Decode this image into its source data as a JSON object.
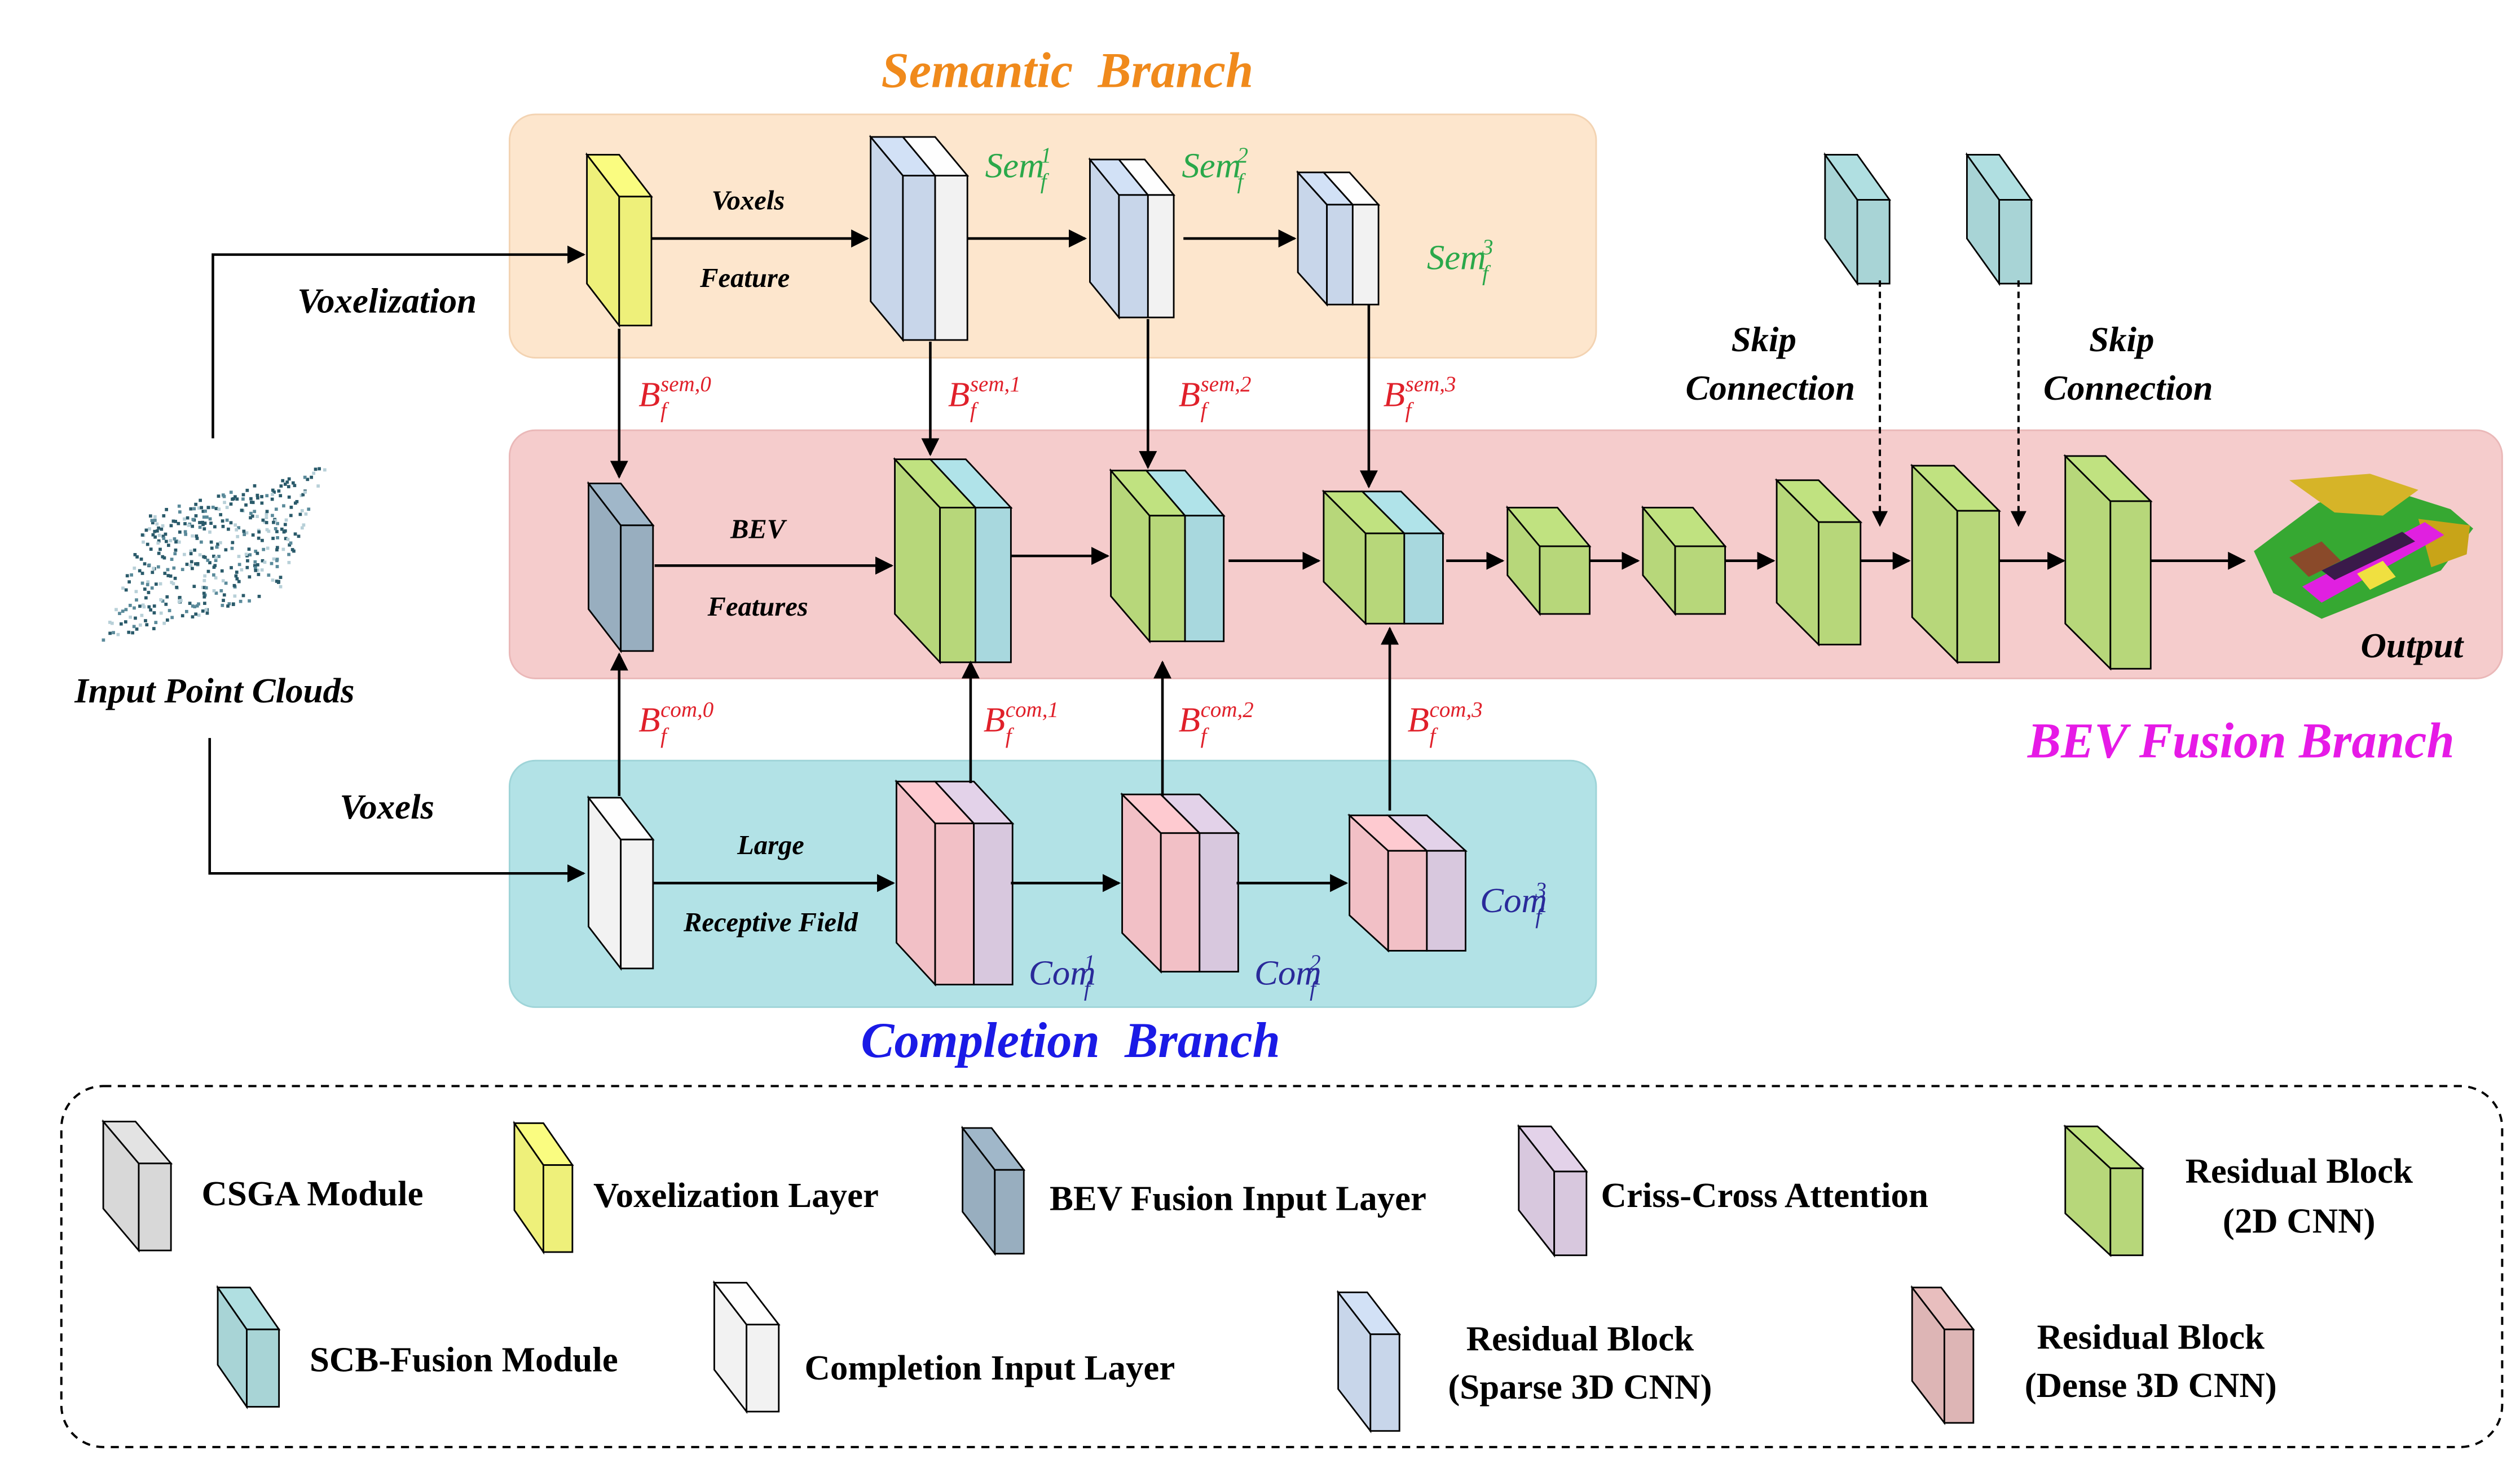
{
  "branches": {
    "semantic": "Semantic  Branch",
    "bev": "BEV Fusion Branch",
    "completion": "Completion  Branch"
  },
  "labels": {
    "input": "Input Point Clouds",
    "voxelization": "Voxelization",
    "voxels_left": "Voxels",
    "voxels_feature_1": "Voxels",
    "voxels_feature_2": "Feature",
    "bev_features_1": "BEV",
    "bev_features_2": "Features",
    "large_rf_1": "Large",
    "large_rf_2": "Receptive Field",
    "skip1_a": "Skip",
    "skip1_b": "Connection",
    "skip2_a": "Skip",
    "skip2_b": "Connection",
    "output": "Output"
  },
  "math": {
    "sem_base": "Sem",
    "sem_sub": "f",
    "sem_sups": [
      "1",
      "2",
      "3"
    ],
    "com_base": "Com",
    "com_sub": "f",
    "com_sups": [
      "1",
      "2",
      "3"
    ],
    "b_base": "B",
    "b_sub": "f",
    "b_sem_sups": [
      "sem,0",
      "sem,1",
      "sem,2",
      "sem,3"
    ],
    "b_com_sups": [
      "com,0",
      "com,1",
      "com,2",
      "com,3"
    ]
  },
  "legend": {
    "csga": "CSGA Module",
    "voxelization_layer": "Voxelization Layer",
    "bev_input": "BEV Fusion Input Layer",
    "cca": "Criss-Cross Attention",
    "res2d_1": "Residual Block",
    "res2d_2": "(2D CNN)",
    "scb": "SCB-Fusion Module",
    "comp_input": "Completion Input Layer",
    "res_sparse_1": "Residual Block",
    "res_sparse_2": "(Sparse 3D CNN)",
    "res_dense_1": "Residual Block",
    "res_dense_2": "(Dense 3D CNN)"
  },
  "colors": {
    "semantic_bg": "#fde6cd",
    "bev_bg": "#f5cccc",
    "completion_bg": "#b2e2e6",
    "semantic_title": "#f08a1c",
    "bev_title": "#e61ae6",
    "completion_title": "#1a1ae6",
    "sem_feature": "#2aa84a",
    "com_feature": "#2a2a9a",
    "b_feature": "#e0202a",
    "green_block": "#b7d77a",
    "cyan_block": "#a8d8de",
    "yellow_block": "#eef07a",
    "steel_block": "#98aebf",
    "white_block": "#f2f2f2",
    "grey_block": "#d8d8d8",
    "lavender_block": "#d8c8de",
    "pink_block": "#f2c0c6",
    "rose_block": "#ddb5b5",
    "blue_block": "#c8d6ea",
    "teal_block": "#a8d4d6"
  },
  "icons": {
    "input": "point-cloud-icon",
    "output": "semantic-scene-icon"
  }
}
